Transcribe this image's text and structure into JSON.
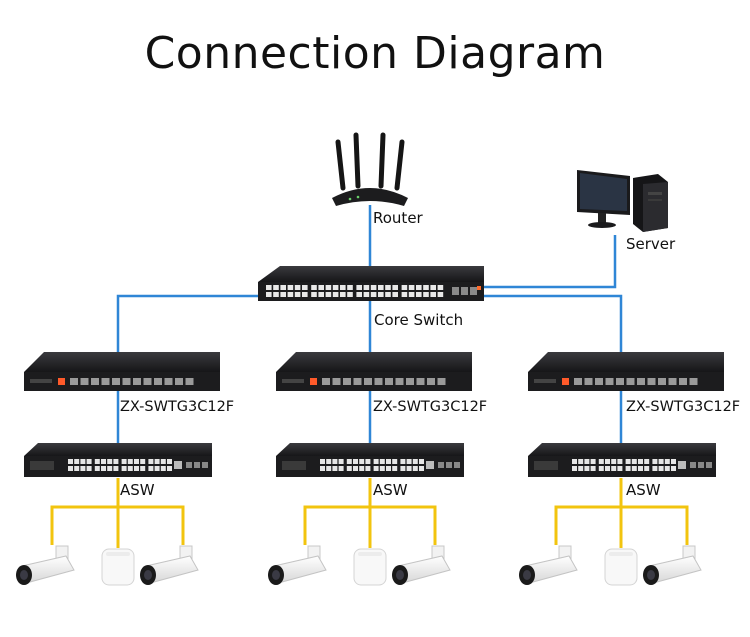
{
  "title": "Connection Diagram",
  "colors": {
    "uplink": "#2f86d6",
    "camera_link": "#f2c40f",
    "device_body": "#1c1c1e"
  },
  "nodes": {
    "router": "Router",
    "server": "Server",
    "core_switch": "Core Switch",
    "aggregation": [
      "ZX-SWTG3C12F",
      "ZX-SWTG3C12F",
      "ZX-SWTG3C12F"
    ],
    "access": [
      "ASW",
      "ASW",
      "ASW"
    ]
  }
}
